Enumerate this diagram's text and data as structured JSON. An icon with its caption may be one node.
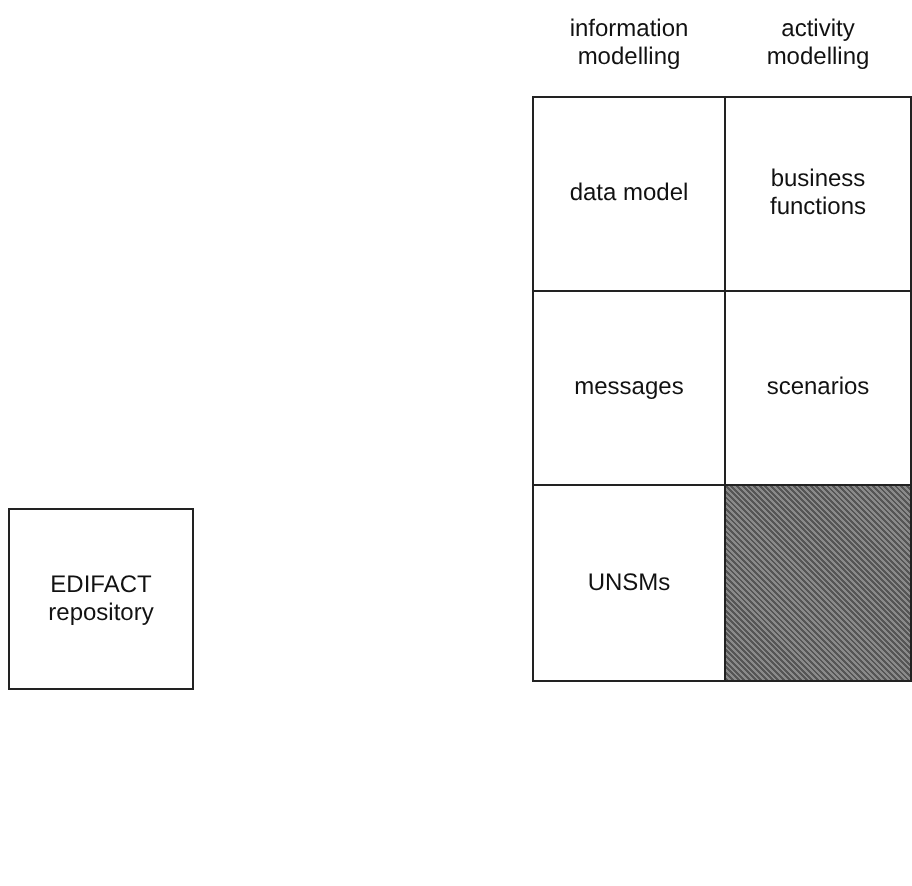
{
  "diagram": {
    "nodes": [
      {
        "text": [
          "data model"
        ]
      },
      {
        "text": [
          "business functions"
        ]
      },
      {
        "text": [
          "messages"
        ]
      },
      {
        "text": [
          "scenarios"
        ]
      },
      {
        "text": [
          "EDIFACT repository"
        ]
      },
      {
        "text": [
          "UNSMs"
        ]
      },
      {
        "text": [],
        "shape": "box"
      }
    ],
    "labels": [
      "information modelling",
      "activity modelling"
    ]
  }
}
